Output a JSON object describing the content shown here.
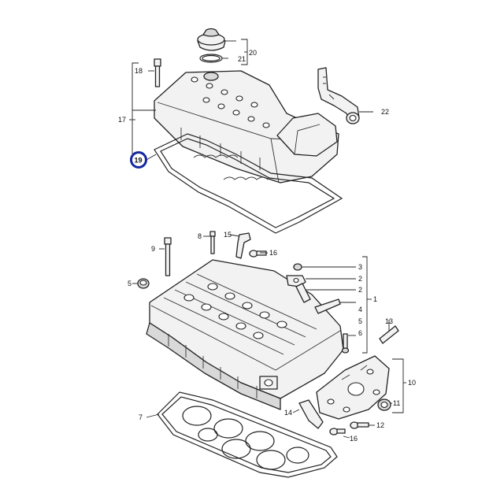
{
  "diagram": {
    "highlighted_callout": "19",
    "highlight_color": "#1428a0",
    "callouts": {
      "c1": "1",
      "c2": "2",
      "c3": "3",
      "c4": "4",
      "c5": "5",
      "c6": "6",
      "c7": "7",
      "c8": "8",
      "c9": "9",
      "c10": "10",
      "c11": "11",
      "c12": "12",
      "c13": "13",
      "c14": "14",
      "c15": "15",
      "c16a": "16",
      "c16b": "16",
      "c17": "17",
      "c18": "18",
      "c19": "19",
      "c20": "20",
      "c21": "21",
      "c22": "22"
    }
  }
}
